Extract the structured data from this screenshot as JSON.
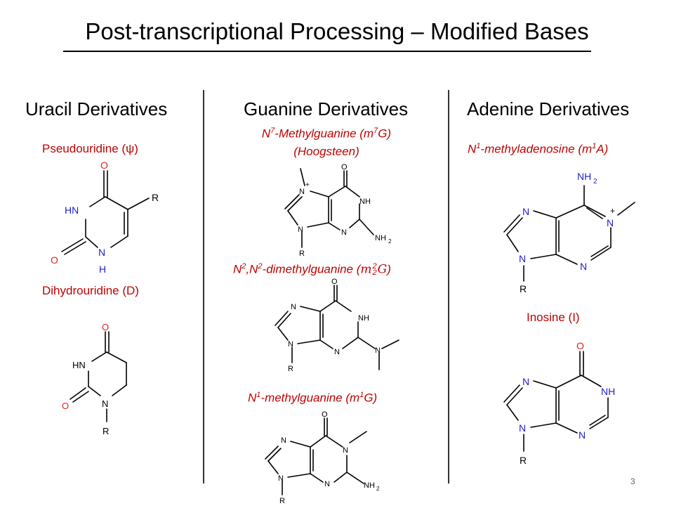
{
  "title": "Post-transcriptional Processing – Modified Bases",
  "columns": {
    "uracil": "Uracil Derivatives",
    "guanine": "Guanine Derivatives",
    "adenine": "Adenine Derivatives"
  },
  "labels": {
    "pseudouridine": "Pseudouridine (ψ)",
    "dihydrouridine": "Dihydrouridine (D)",
    "m7g_line1_a": "N",
    "m7g_line1_sup": "7",
    "m7g_line1_b": "-Methylguanine (m",
    "m7g_line1_sup2": "7",
    "m7g_line1_c": "G)",
    "m7g_line2": "(Hoogsteen)",
    "m22g_a": "N",
    "m22g_sup1": "2",
    "m22g_b": ",N",
    "m22g_sup2": "2",
    "m22g_c": "-dimethylguanine (",
    "m22g_math": "m",
    "m22g_frac_top": "2",
    "m22g_frac_bot": "2",
    "m22g_math2": "G",
    "m22g_d": ")",
    "m1g_a": "N",
    "m1g_sup": "1",
    "m1g_b": "-methylguanine (m",
    "m1g_sup2": "1",
    "m1g_c": "G)",
    "m1a_a": "N",
    "m1a_sup": "1",
    "m1a_b": "-methyladenosine (m",
    "m1a_sup2": "1",
    "m1a_c": "A)",
    "inosine": "Inosine (I)"
  },
  "atoms": {
    "O": "O",
    "HN": "HN",
    "N": "N",
    "H": "H",
    "R": "R",
    "NH": "NH",
    "NH2": "NH",
    "sub2": "2",
    "plus": "+"
  },
  "page_number": "3",
  "colors": {
    "label": "#c00000",
    "oxygen": "#e02020",
    "nitrogen": "#2020d0",
    "bond": "#000000"
  }
}
